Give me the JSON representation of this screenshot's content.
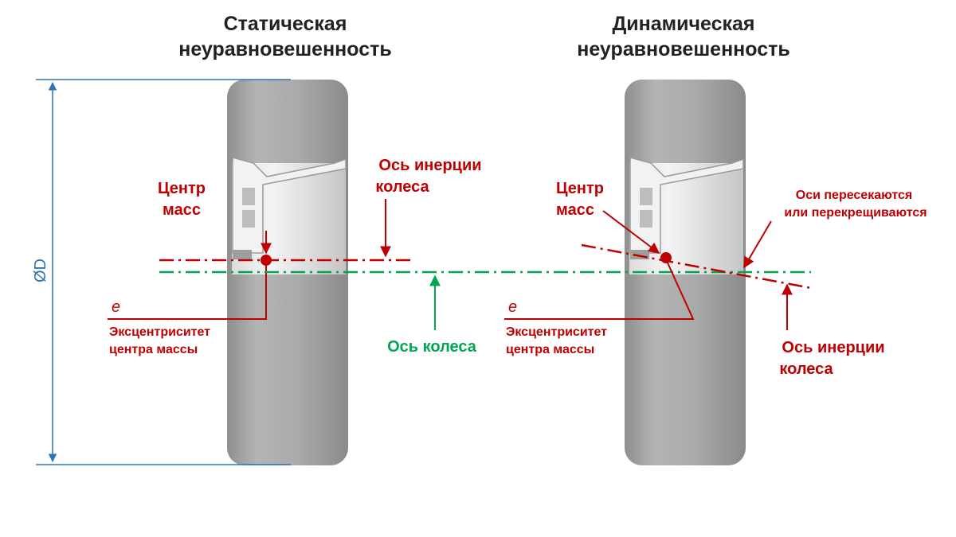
{
  "left": {
    "title_line1": "Статическая",
    "title_line2": "неуравновешенность",
    "mass_center_line1": "Центр",
    "mass_center_line2": "масс",
    "inertia_axis_line1": "Ось инерции",
    "inertia_axis_line2": "колеса",
    "eccentricity_symbol": "e",
    "eccentricity_line1": "Эксцентриситет",
    "eccentricity_line2": "центра массы",
    "wheel_axis": "Ось колеса",
    "diameter": "ØD"
  },
  "right": {
    "title_line1": "Динамическая",
    "title_line2": "неуравновешенность",
    "mass_center_line1": "Центр",
    "mass_center_line2": "масс",
    "intersect_line1": "Оси пересекаются",
    "intersect_line2": "или перекрещиваются",
    "eccentricity_symbol": "e",
    "eccentricity_line1": "Эксцентриситет",
    "eccentricity_line2": "центра массы",
    "inertia_axis_line1": "Ось инерции",
    "inertia_axis_line2": "колеса"
  },
  "colors": {
    "red": "#c00000",
    "green": "#00a651",
    "blue": "#2e75b6",
    "tire": "#a6a6a6"
  }
}
